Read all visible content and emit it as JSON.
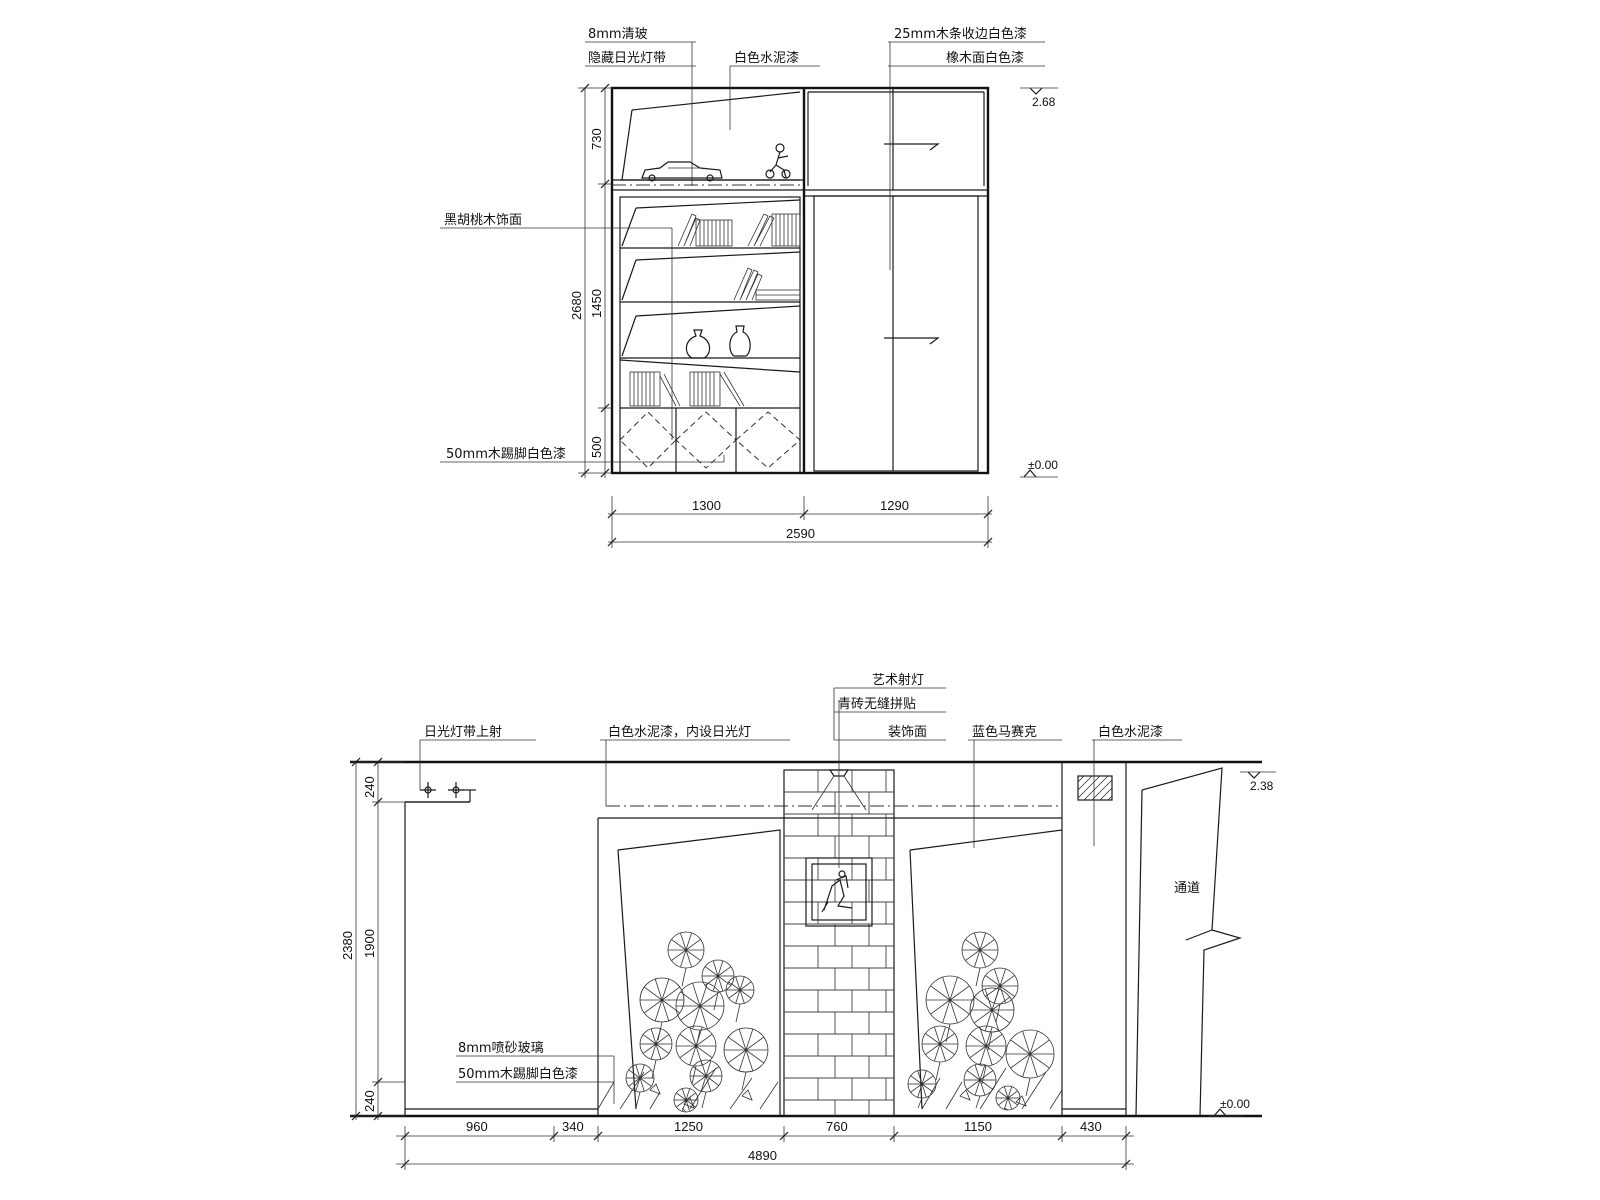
{
  "top_elevation": {
    "labels": {
      "glass": "8mm清玻",
      "hidden_light": "隐藏日光灯带",
      "white_cement_paint": "白色水泥漆",
      "wood_trim": "25mm木条收边白色漆",
      "oak_face": "橡木面白色漆",
      "walnut_face": "黑胡桃木饰面",
      "skirting": "50mm木踢脚白色漆"
    },
    "levels": {
      "top": "2.68",
      "floor": "±0.00"
    },
    "dims": {
      "total_height": "2680",
      "h_upper": "730",
      "h_middle": "1450",
      "h_lower": "500",
      "w_left": "1300",
      "w_right": "1290",
      "w_total": "2590"
    }
  },
  "bottom_elevation": {
    "labels": {
      "light_up": "日光灯带上射",
      "white_cement_light": "白色水泥漆，内设日光灯",
      "art_spotlight": "艺术射灯",
      "brick_tile": "青砖无缝拼贴",
      "deco_face": "装饰面",
      "blue_mosaic": "蓝色马赛克",
      "white_cement": "白色水泥漆",
      "passage": "通道",
      "frosted_glass": "8mm喷砂玻璃",
      "skirting": "50mm木踢脚白色漆"
    },
    "levels": {
      "top": "2.38",
      "floor": "±0.00"
    },
    "dims": {
      "total_height": "2380",
      "h_top": "240",
      "h_middle": "1900",
      "h_bottom": "240",
      "w1": "960",
      "w2": "340",
      "w3": "1250",
      "w4": "760",
      "w5": "1150",
      "w6": "430",
      "w_total": "4890"
    }
  }
}
